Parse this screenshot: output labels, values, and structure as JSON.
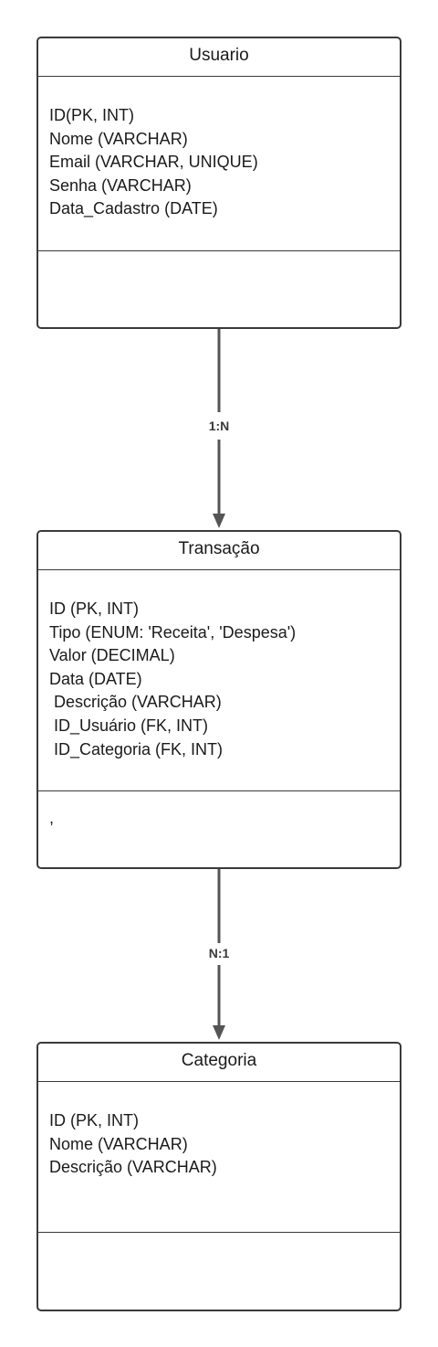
{
  "classes": [
    {
      "name": "Usuario",
      "attributes": [
        "ID(PK, INT)",
        "Nome (VARCHAR)",
        "Email (VARCHAR, UNIQUE)",
        "Senha (VARCHAR)",
        "Data_Cadastro (DATE)"
      ],
      "methods": []
    },
    {
      "name": "Transação",
      "attributes": [
        "ID (PK, INT)",
        "Tipo (ENUM: 'Receita', 'Despesa')",
        "Valor (DECIMAL)",
        "Data (DATE)",
        " Descrição (VARCHAR)",
        " ID_Usuário (FK, INT)",
        " ID_Categoria (FK, INT)"
      ],
      "methods": [
        ","
      ]
    },
    {
      "name": "Categoria",
      "attributes": [
        "ID (PK, INT)",
        "Nome (VARCHAR)",
        "Descrição (VARCHAR)"
      ],
      "methods": []
    }
  ],
  "relationships": [
    {
      "from": "Usuario",
      "to": "Transação",
      "label": "1:N"
    },
    {
      "from": "Transação",
      "to": "Categoria",
      "label": "N:1"
    }
  ],
  "colors": {
    "line": "#3a3a3a",
    "text": "#1a1a1a",
    "background": "#ffffff"
  }
}
